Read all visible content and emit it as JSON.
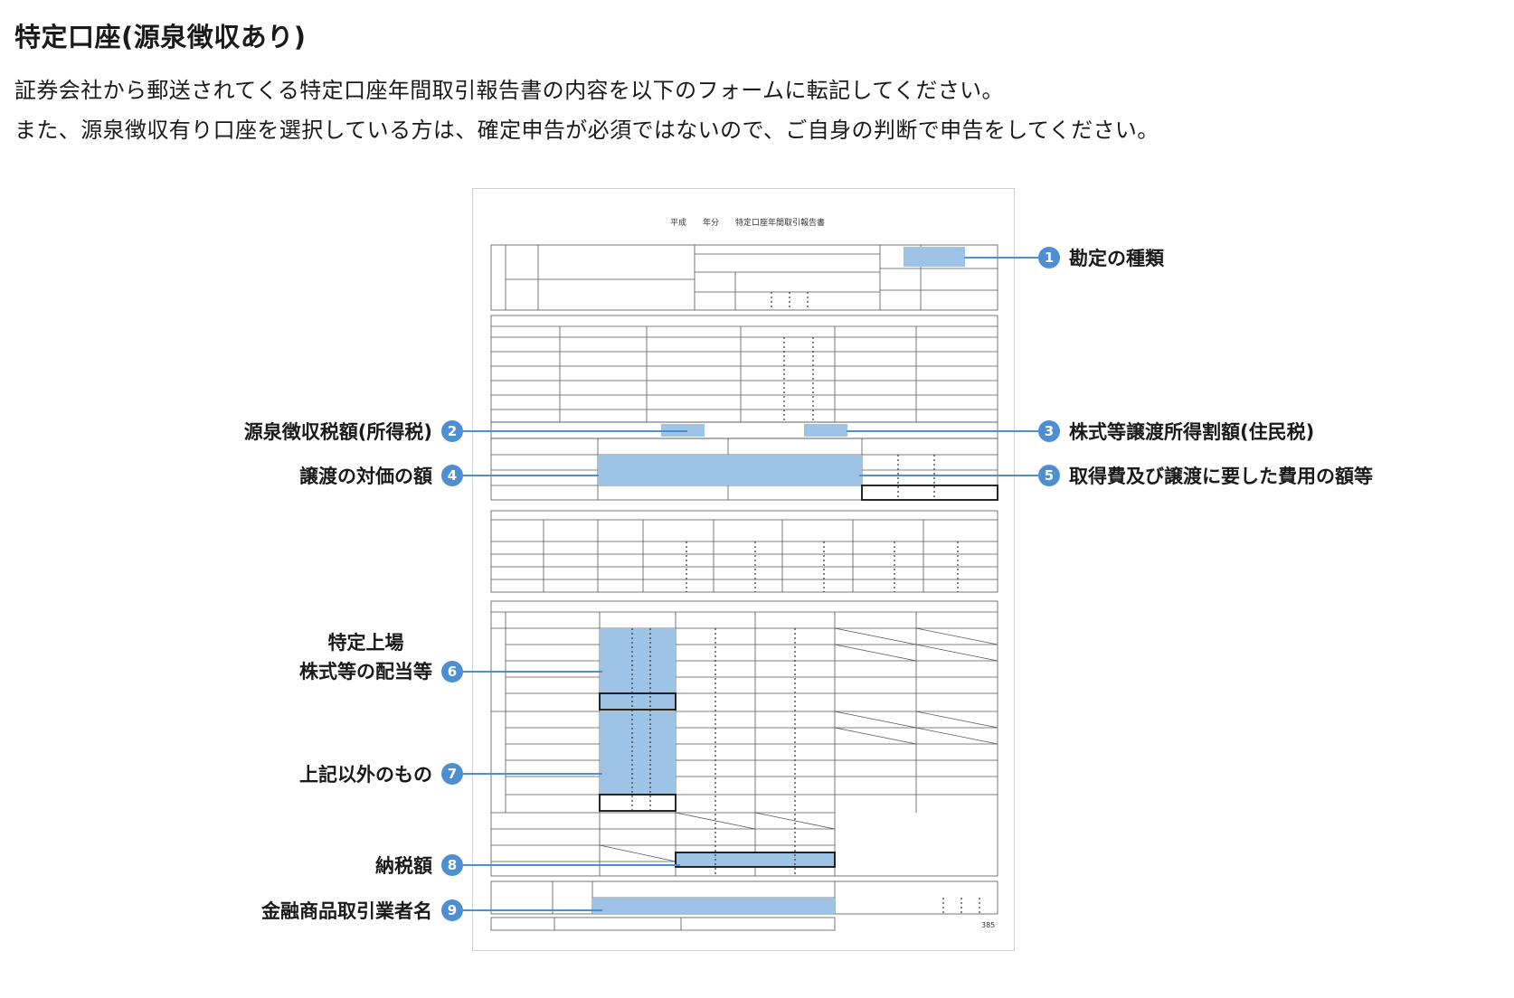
{
  "header": {
    "title": "特定口座(源泉徴収あり)",
    "desc_line1": "証券会社から郵送されてくる特定口座年間取引報告書の内容を以下のフォームに転記してください。",
    "desc_line2": "また、源泉徴収有り口座を選択している方は、確定申告が必須ではないので、ご自身の判断で申告をしてください。"
  },
  "form": {
    "title": "平成　　年分　　特定口座年間取引報告書",
    "page_number": "385",
    "highlight_color": "#9dc3e6"
  },
  "callouts": [
    {
      "number": "1",
      "label": "勘定の種類"
    },
    {
      "number": "2",
      "label": "源泉徴収税額(所得税)"
    },
    {
      "number": "3",
      "label": "株式等譲渡所得割額(住民税)"
    },
    {
      "number": "4",
      "label": "譲渡の対価の額"
    },
    {
      "number": "5",
      "label": "取得費及び譲渡に要した費用の額等"
    },
    {
      "number": "6",
      "label_line1": "特定上場",
      "label_line2": "株式等の配当等"
    },
    {
      "number": "7",
      "label": "上記以外のもの"
    },
    {
      "number": "8",
      "label": "納税額"
    },
    {
      "number": "9",
      "label": "金融商品取引業者名"
    }
  ],
  "colors": {
    "accent": "#4d8fd1"
  }
}
